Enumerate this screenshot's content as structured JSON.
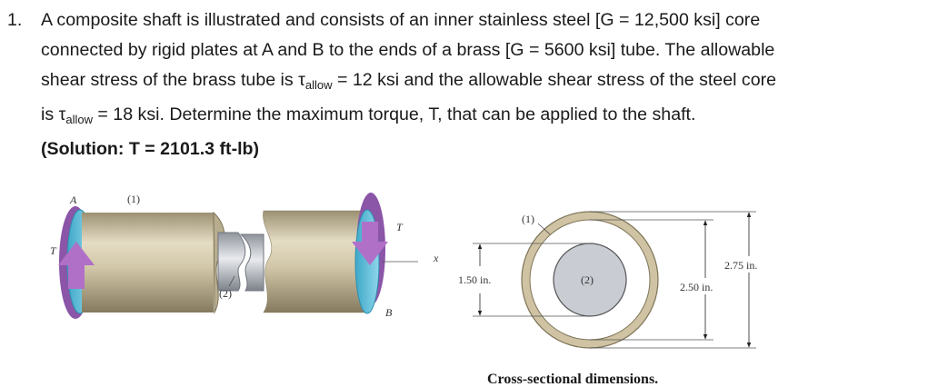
{
  "problem": {
    "number": "1.",
    "line1": "A composite shaft is illustrated and consists of an inner stainless steel [G = 12,500 ksi] core",
    "line2": "connected by rigid plates at A and B to the ends of a brass [G = 5600 ksi] tube. The allowable",
    "line3_a": "shear stress of the brass tube is τ",
    "line3_sub": "allow",
    "line3_b": " = 12 ksi and the allowable shear stress of the steel core",
    "line4_a": "is τ",
    "line4_sub": "allow",
    "line4_b": " = 18 ksi. Determine the maximum torque, T, that can be applied to the shaft.",
    "solution": "(Solution: T = 2101.3 ft-lb)"
  },
  "figure": {
    "shaft_labels": {
      "A": "A",
      "one": "(1)",
      "T_left": "T",
      "two": "(2)",
      "T_right": "T",
      "x": "x",
      "B": "B"
    },
    "cross_section": {
      "label_one": "(1)",
      "label_two": "(2)",
      "inner_dim": "1.50 in.",
      "mid_dim": "2.50 in.",
      "outer_dim": "2.75 in.",
      "caption": "Cross-sectional dimensions."
    },
    "colors": {
      "brass": "#cfc3a4",
      "steel": "#c9ccd2",
      "plate": "#5bbbd6",
      "arrow": "#a05ab8"
    }
  }
}
